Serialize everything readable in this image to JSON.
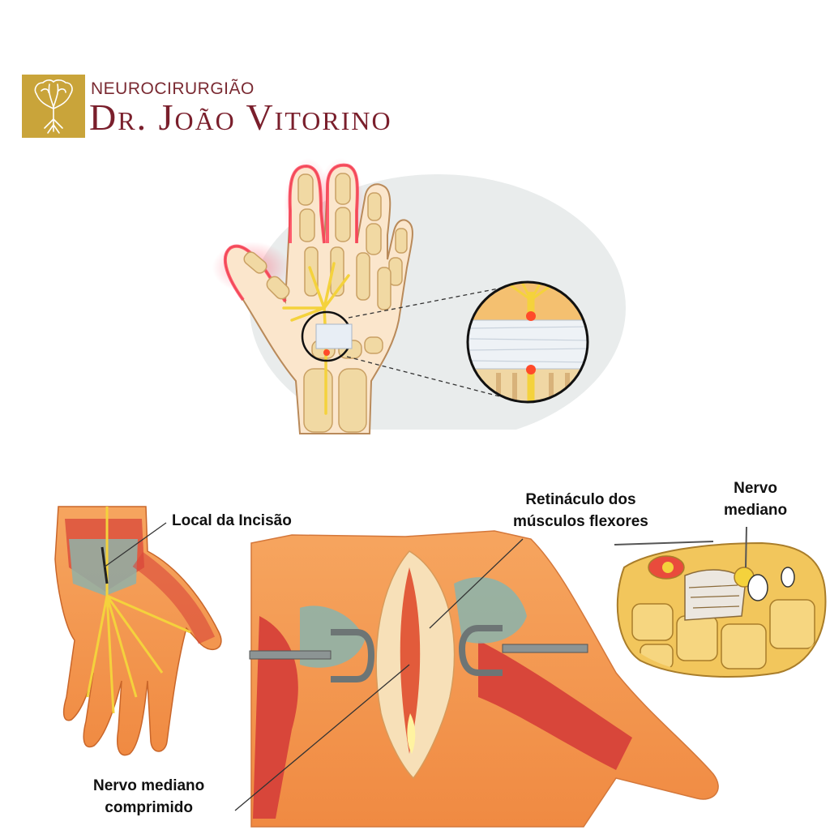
{
  "header": {
    "logo_top": "NEUROCIRURGIÃO",
    "logo_name": "Dr. João Vitorino",
    "logo_icon": "tree-brain-icon"
  },
  "labels": {
    "incision": "Local da Incisão",
    "retinaculum_line1": "Retináculo dos",
    "retinaculum_line2": "músculos flexores",
    "median_line1": "Nervo",
    "median_line2": "mediano",
    "compressed_line1": "Nervo mediano",
    "compressed_line2": "comprimido"
  },
  "colors": {
    "brand_gold": "#c9a43a",
    "brand_wine": "#7a1f2c",
    "nerve_yellow": "#f4d23c",
    "muscle_red": "#d9453a",
    "bone": "#f1d9a3"
  }
}
